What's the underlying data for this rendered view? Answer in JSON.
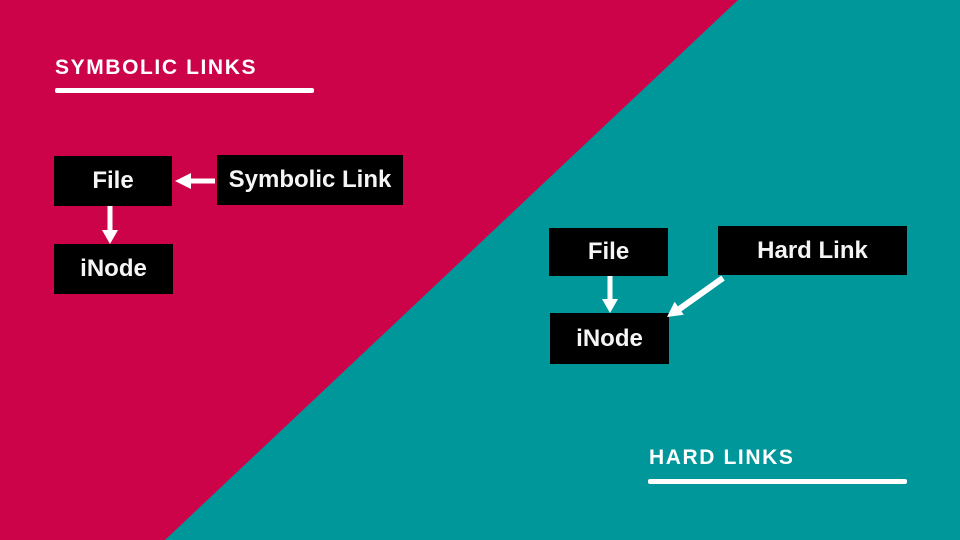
{
  "slide": {
    "background_left_color": "#CC0349",
    "background_right_color": "#00979B",
    "node_box_color": "#000000",
    "text_color": "#FFFFFF"
  },
  "symbolic_section": {
    "title": "SYMBOLIC LINKS",
    "nodes": {
      "file": "File",
      "link": "Symbolic Link",
      "inode": "iNode"
    }
  },
  "hard_section": {
    "title": "HARD LINKS",
    "nodes": {
      "file": "File",
      "link": "Hard Link",
      "inode": "iNode"
    }
  }
}
